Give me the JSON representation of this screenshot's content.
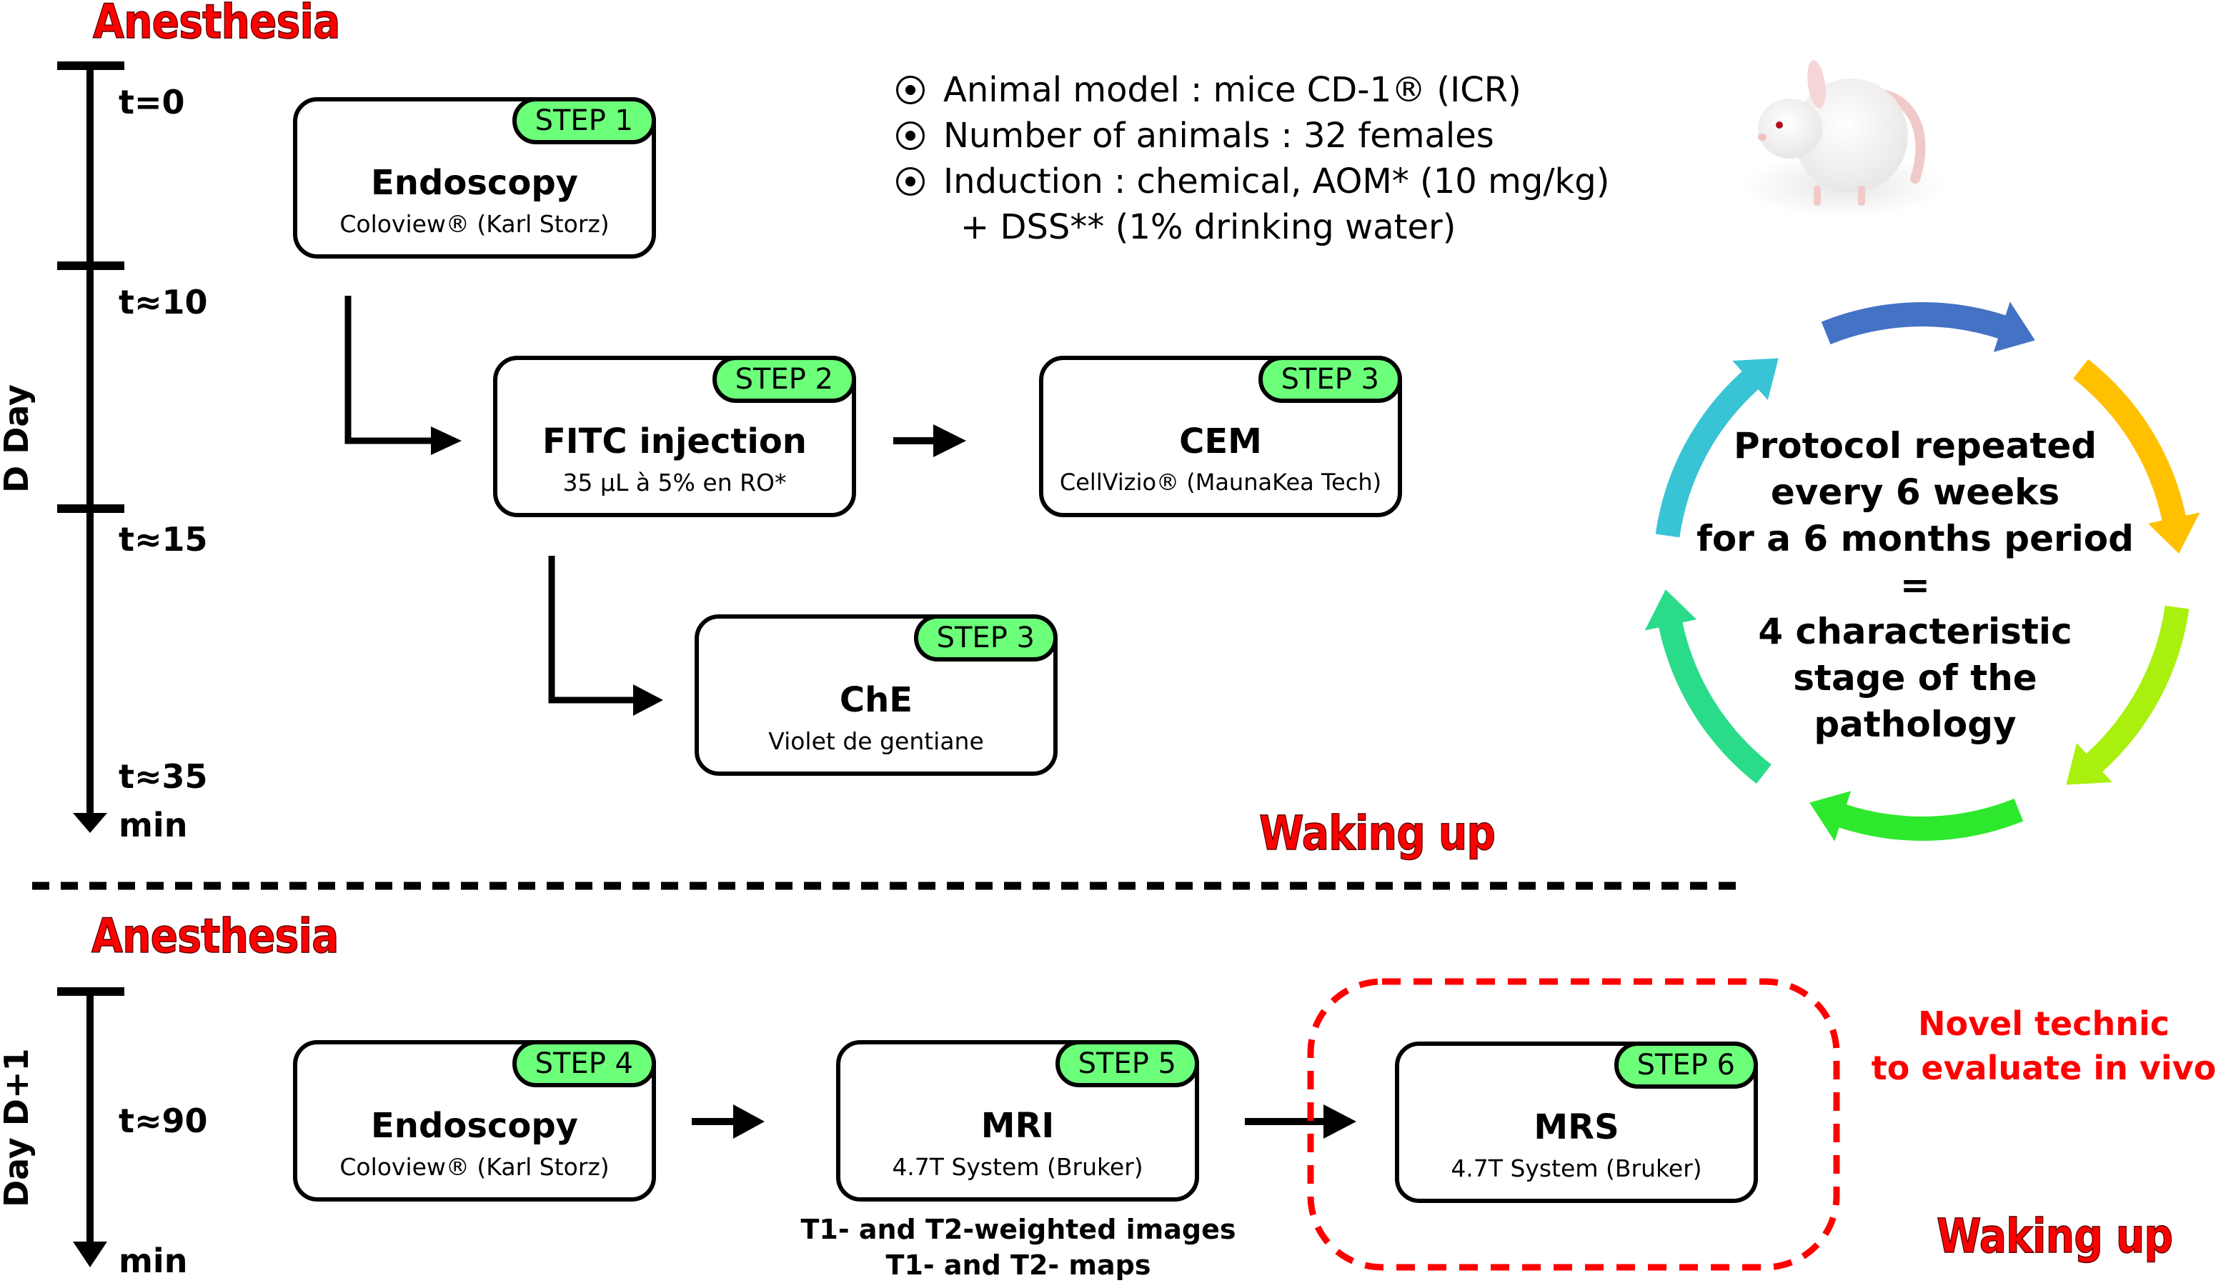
{
  "day1": {
    "phase_start": "Anesthesia",
    "phase_end": "Waking up",
    "day_label": "D Day",
    "timeline": {
      "ticks": [
        "t=0",
        "t≈10",
        "t≈15",
        "t≈35"
      ],
      "unit": "min"
    },
    "steps": [
      {
        "badge": "STEP 1",
        "title": "Endoscopy",
        "subtitle": "Coloview® (Karl Storz)"
      },
      {
        "badge": "STEP 2",
        "title": "FITC injection",
        "subtitle": "35 µL à 5% en RO*"
      },
      {
        "badge": "STEP 3",
        "title": "CEM",
        "subtitle": "CellVizio® (MaunaKea Tech)"
      },
      {
        "badge": "STEP 3",
        "title": "ChE",
        "subtitle": "Violet de gentiane"
      }
    ]
  },
  "info": {
    "bullets": [
      "Animal model : mice CD-1® (ICR)",
      "Number of animals : 32 females",
      "Induction : chemical, AOM* (10 mg/kg)"
    ],
    "continuation": "+ DSS** (1% drinking water)",
    "image_icon": "mouse-photo"
  },
  "cycle": {
    "lines": [
      "Protocol repeated",
      "every 6 weeks",
      "for a 6 months period",
      "=",
      "4 characteristic",
      "stage of the",
      "pathology"
    ],
    "arrow_colors": [
      "#4472c4",
      "#ffc000",
      "#a9f00f",
      "#2ee82e",
      "#2adc8a",
      "#38c4d4"
    ]
  },
  "day2": {
    "phase_start": "Anesthesia",
    "phase_end": "Waking up",
    "day_label": "Day D+1",
    "timeline": {
      "ticks": [
        "t≈90"
      ],
      "unit": "min"
    },
    "steps": [
      {
        "badge": "STEP 4",
        "title": "Endoscopy",
        "subtitle": "Coloview® (Karl Storz)"
      },
      {
        "badge": "STEP 5",
        "title": "MRI",
        "subtitle": "4.7T System (Bruker)"
      },
      {
        "badge": "STEP 6",
        "title": "MRS",
        "subtitle": "4.7T System (Bruker)"
      }
    ],
    "mri_notes": [
      "T1- and T2-weighted images",
      "T1- and T2- maps"
    ],
    "novel_note": [
      "Novel technic",
      "to evaluate in vivo"
    ]
  },
  "colors": {
    "accent_red": "#ff0000",
    "badge_green": "#6cff7a"
  }
}
